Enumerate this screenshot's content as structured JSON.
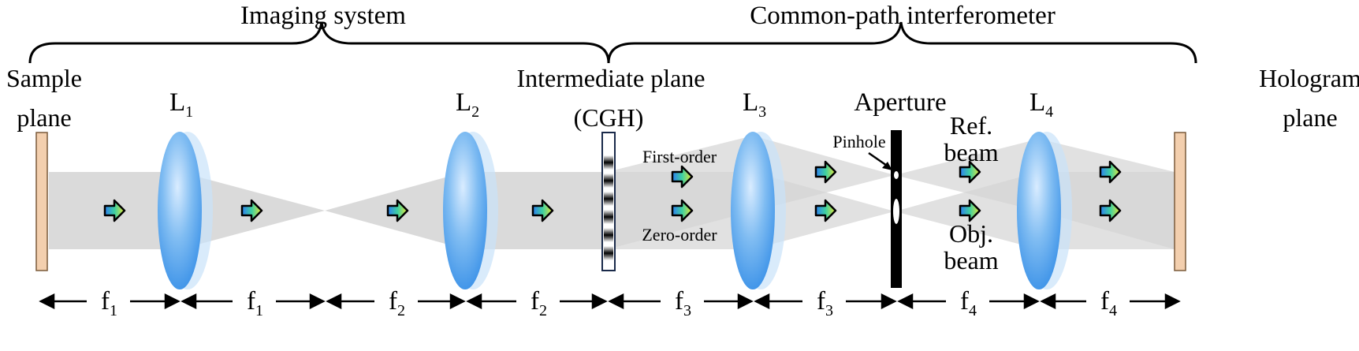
{
  "sections": {
    "imaging_system": "Imaging system",
    "common_path": "Common-path interferometer"
  },
  "planes": {
    "sample": [
      "Sample",
      "plane"
    ],
    "intermediate": [
      "Intermediate plane",
      "(CGH)"
    ],
    "hologram": [
      "Hologram",
      "plane"
    ]
  },
  "lenses": [
    {
      "letter": "L",
      "index": "1"
    },
    {
      "letter": "L",
      "index": "2"
    },
    {
      "letter": "L",
      "index": "3"
    },
    {
      "letter": "L",
      "index": "4"
    }
  ],
  "aperture": "Aperture",
  "pinhole": "Pinhole",
  "orders": {
    "first": "First-order",
    "zero": "Zero-order"
  },
  "beams": {
    "ref": [
      "Ref.",
      "beam"
    ],
    "obj": [
      "Obj.",
      "beam"
    ]
  },
  "focal_lengths": [
    {
      "letter": "f",
      "index": "1"
    },
    {
      "letter": "f",
      "index": "1"
    },
    {
      "letter": "f",
      "index": "2"
    },
    {
      "letter": "f",
      "index": "2"
    },
    {
      "letter": "f",
      "index": "3"
    },
    {
      "letter": "f",
      "index": "3"
    },
    {
      "letter": "f",
      "index": "4"
    },
    {
      "letter": "f",
      "index": "4"
    }
  ],
  "colors": {
    "beam": "#d4d4d4",
    "plane": "#f3cfae",
    "lens": "#5aa6ec",
    "arrow_gradient": [
      "#2d7ff0",
      "#3fd1a0",
      "#e8e83a"
    ]
  }
}
